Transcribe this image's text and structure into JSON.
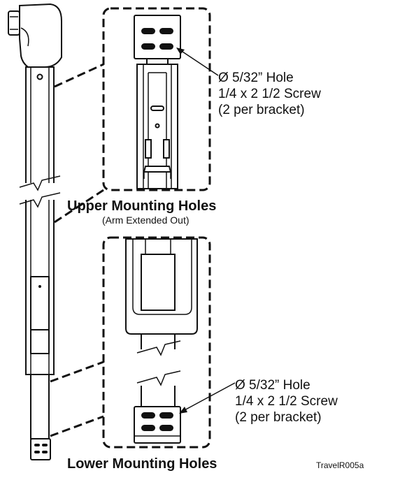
{
  "upper": {
    "title": "Upper Mounting Holes",
    "subtitle": "(Arm Extended Out)",
    "callout": [
      "Ø 5/32” Hole",
      "1/4 x 2 1/2 Screw",
      "(2 per bracket)"
    ]
  },
  "lower": {
    "title": "Lower Mounting Holes",
    "callout": [
      "Ø 5/32” Hole",
      "1/4 x 2 1/2 Screw",
      "(2 per bracket)"
    ]
  },
  "figure_id": "TravelR005a"
}
